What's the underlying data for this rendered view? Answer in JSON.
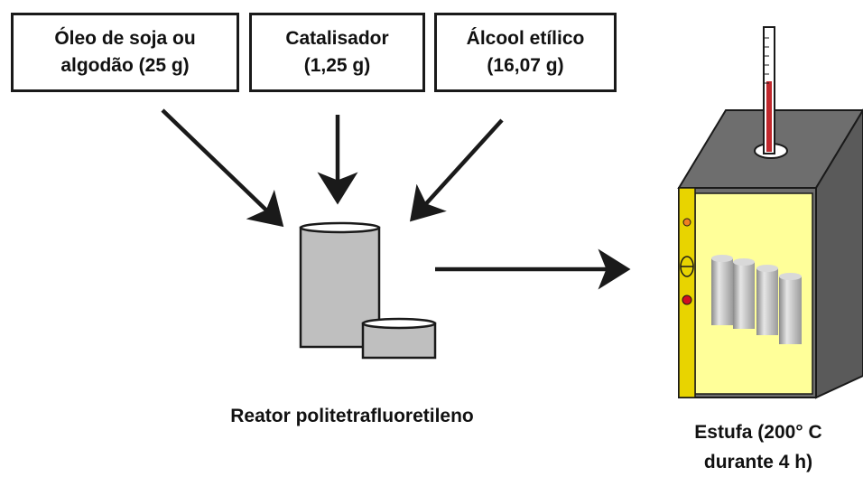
{
  "inputs": {
    "oil": {
      "line1": "Óleo de soja ou",
      "line2": "algodão (25 g)"
    },
    "catalyst": {
      "line1": "Catalisador",
      "line2": "(1,25 g)"
    },
    "alcohol": {
      "line1": "Álcool etílico",
      "line2": "(16,07 g)"
    }
  },
  "reactor": {
    "label": "Reator politetrafluoretileno"
  },
  "oven": {
    "line1": "Estufa (200° C",
    "line2": "durante 4 h)"
  },
  "colors": {
    "oven_gray": "#6e6e6e",
    "oven_door": "#ffff99",
    "oven_strip": "#e8d400",
    "container": "#bfbfbf",
    "thermometer_red": "#c0282d",
    "light_orange": "#f08020",
    "light_red": "#d01020"
  }
}
